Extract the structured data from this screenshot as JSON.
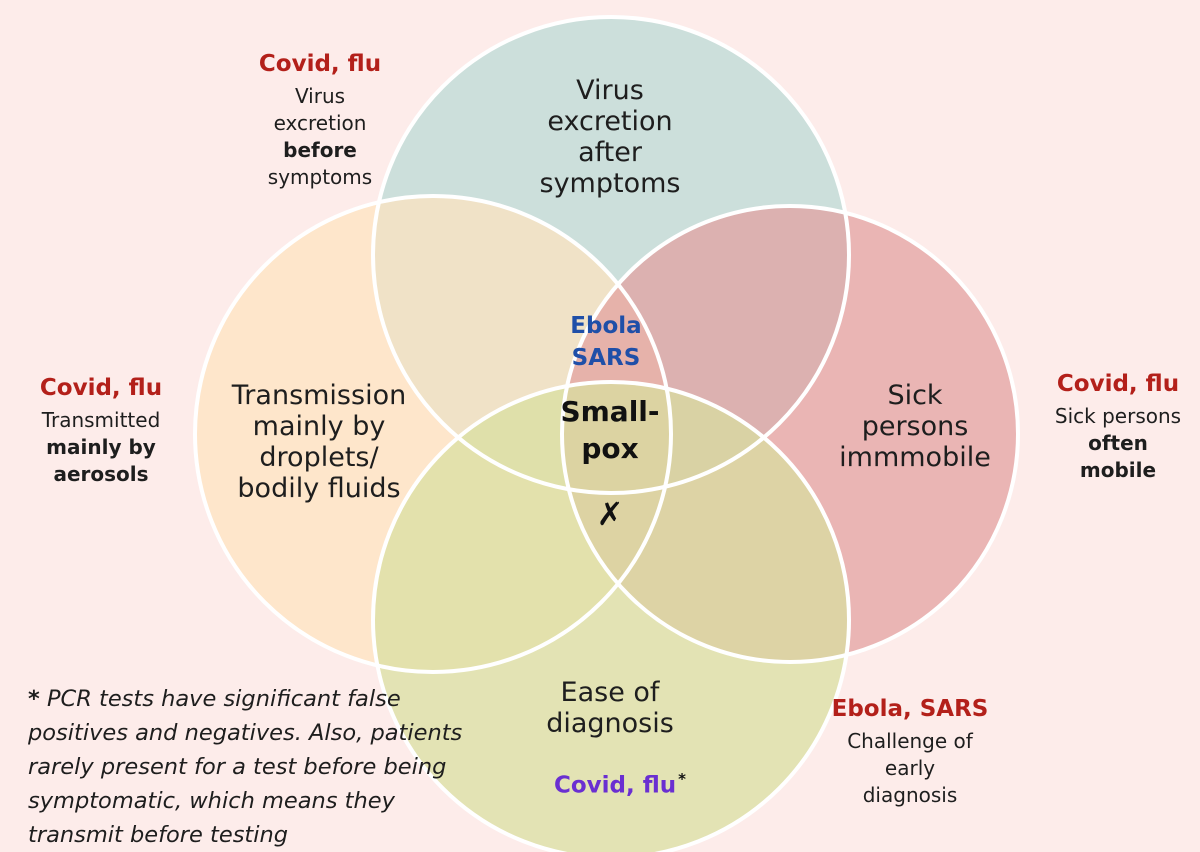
{
  "circles": {
    "top": {
      "lines": [
        "Virus",
        "excretion",
        "after",
        "symptoms"
      ],
      "fill": "#b9d9d6"
    },
    "left": {
      "lines": [
        "Transmission",
        "mainly by",
        "droplets/",
        "bodily fluids"
      ],
      "fill": "#fde3bf"
    },
    "right": {
      "lines": [
        "Sick",
        "persons",
        "immmobile"
      ],
      "fill": "#e2a09f"
    },
    "bottom": {
      "lines": [
        "Ease of",
        "diagnosis"
      ],
      "fill": "#d8df9f"
    }
  },
  "center": {
    "diseases_line1": "Ebola",
    "diseases_line2": "SARS",
    "smallpox_line1": "Small-",
    "smallpox_line2": "pox",
    "cross_symbol": "✗"
  },
  "bottom_inner": {
    "label": "Covid, flu",
    "marker": "*"
  },
  "side_notes": {
    "top_left": {
      "head": "Covid, flu",
      "line1": "Virus",
      "line2": "excretion",
      "bold": "before",
      "line3": "symptoms"
    },
    "left": {
      "head": "Covid, flu",
      "line1": "Transmitted",
      "bold1": "mainly by",
      "bold2": "aerosols"
    },
    "right": {
      "head": "Covid, flu",
      "line1": "Sick persons",
      "bold1": "often",
      "bold2": "mobile"
    },
    "bottom_right": {
      "head": "Ebola, SARS",
      "line1": "Challenge of",
      "line2": "early",
      "line3": "diagnosis"
    }
  },
  "footnote": {
    "star": "*",
    "text": "PCR tests have significant false positives and negatives. Also, patients rarely present for a test before being symptomatic, which means they transmit before testing"
  },
  "colors": {
    "background": "#fdecea",
    "outline": "#ffffff",
    "red_heading": "#b3201a",
    "blue_center": "#1f4fa8",
    "purple_label": "#6a2fd1"
  }
}
